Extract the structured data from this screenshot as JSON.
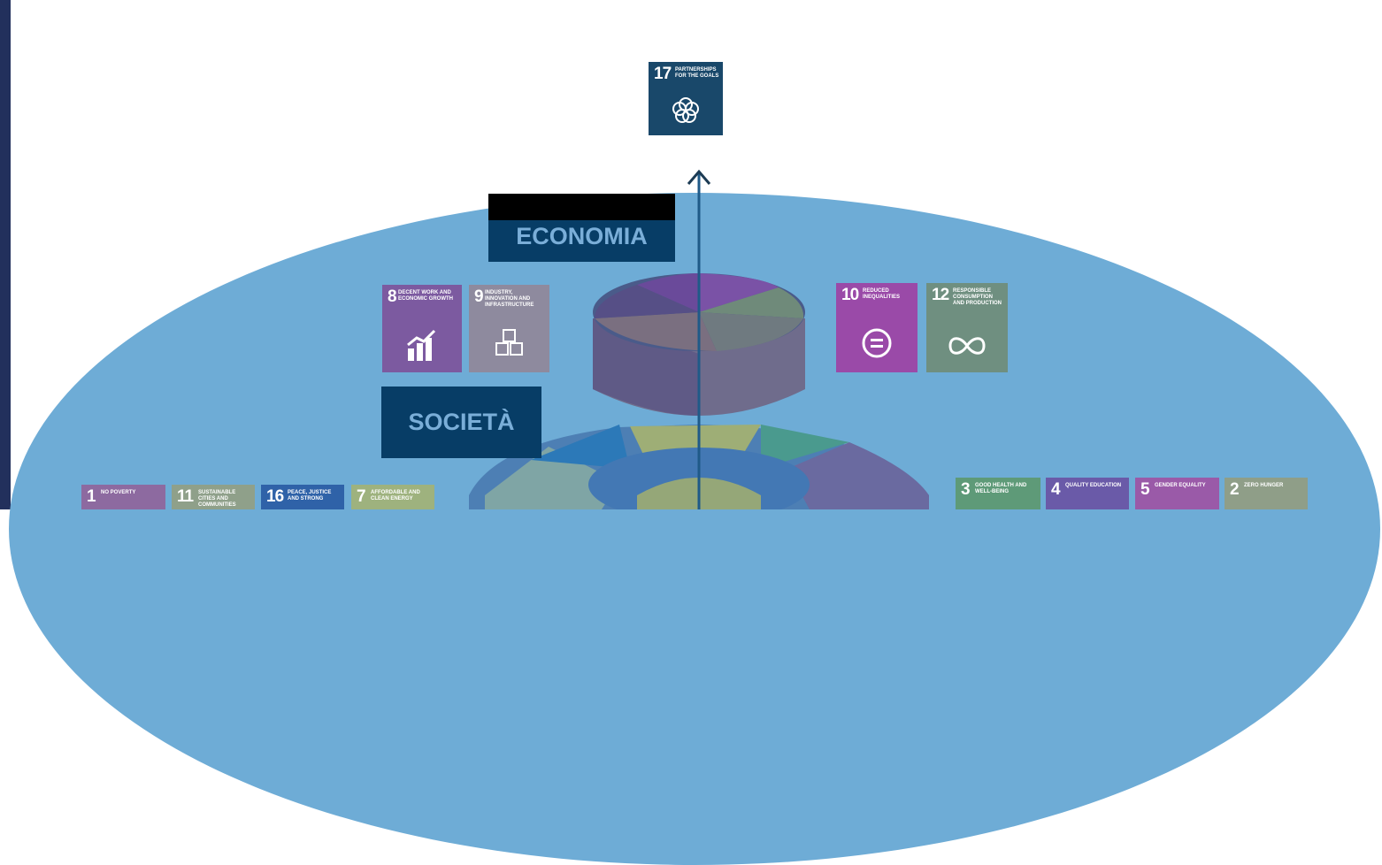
{
  "labels": {
    "economy": "ECONOMIA",
    "society": "SOCIETÀ"
  },
  "goals": {
    "g17": {
      "number": "17",
      "text": "PARTNERSHIPS FOR THE GOALS",
      "icon": "partnership-flower-icon",
      "color": "#19486a"
    },
    "g8": {
      "number": "8",
      "text": "DECENT WORK AND ECONOMIC GROWTH",
      "icon": "growth-chart-icon",
      "color": "#7c5aa0"
    },
    "g9": {
      "number": "9",
      "text": "INDUSTRY, INNOVATION AND INFRASTRUCTURE",
      "icon": "cubes-icon",
      "color": "#8e8a9e"
    },
    "g10": {
      "number": "10",
      "text": "REDUCED INEQUALITIES",
      "icon": "equality-icon",
      "color": "#9a4aa8"
    },
    "g12": {
      "number": "12",
      "text": "RESPONSIBLE CONSUMPTION AND PRODUCTION",
      "icon": "infinity-icon",
      "color": "#6f8f80"
    },
    "g1": {
      "number": "1",
      "text": "NO POVERTY",
      "color": "#8d6aa0"
    },
    "g11": {
      "number": "11",
      "text": "SUSTAINABLE CITIES AND COMMUNITIES",
      "color": "#8fa08a"
    },
    "g16": {
      "number": "16",
      "text": "PEACE, JUSTICE AND STRONG",
      "color": "#2f62a8"
    },
    "g7": {
      "number": "7",
      "text": "AFFORDABLE AND CLEAN ENERGY",
      "color": "#9eb27e"
    },
    "g3": {
      "number": "3",
      "text": "GOOD HEALTH AND WELL-BEING",
      "color": "#5e9a78"
    },
    "g4": {
      "number": "4",
      "text": "QUALITY EDUCATION",
      "color": "#6a5aa8"
    },
    "g5": {
      "number": "5",
      "text": "GENDER EQUALITY",
      "color": "#9a5aa8"
    },
    "g2": {
      "number": "2",
      "text": "ZERO HUNGER",
      "color": "#8f9e88"
    }
  }
}
